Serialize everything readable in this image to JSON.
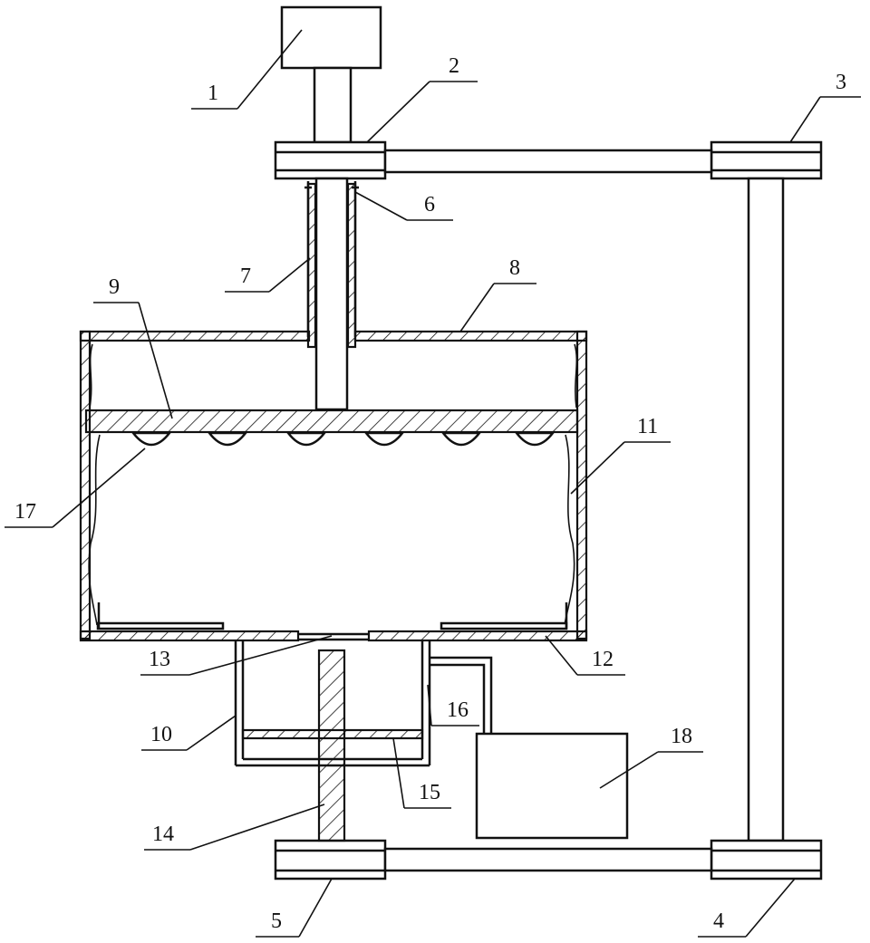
{
  "labels": [
    {
      "id": "1",
      "text": "1"
    },
    {
      "id": "2",
      "text": "2"
    },
    {
      "id": "3",
      "text": "3"
    },
    {
      "id": "4",
      "text": "4"
    },
    {
      "id": "5",
      "text": "5"
    },
    {
      "id": "6",
      "text": "6"
    },
    {
      "id": "7",
      "text": "7"
    },
    {
      "id": "8",
      "text": "8"
    },
    {
      "id": "9",
      "text": "9"
    },
    {
      "id": "10",
      "text": "10"
    },
    {
      "id": "11",
      "text": "11"
    },
    {
      "id": "12",
      "text": "12"
    },
    {
      "id": "13",
      "text": "13"
    },
    {
      "id": "14",
      "text": "14"
    },
    {
      "id": "15",
      "text": "15"
    },
    {
      "id": "16",
      "text": "16"
    },
    {
      "id": "17",
      "text": "17"
    },
    {
      "id": "18",
      "text": "18"
    }
  ],
  "colors": {
    "ink": "#111111",
    "paper": "#ffffff"
  }
}
